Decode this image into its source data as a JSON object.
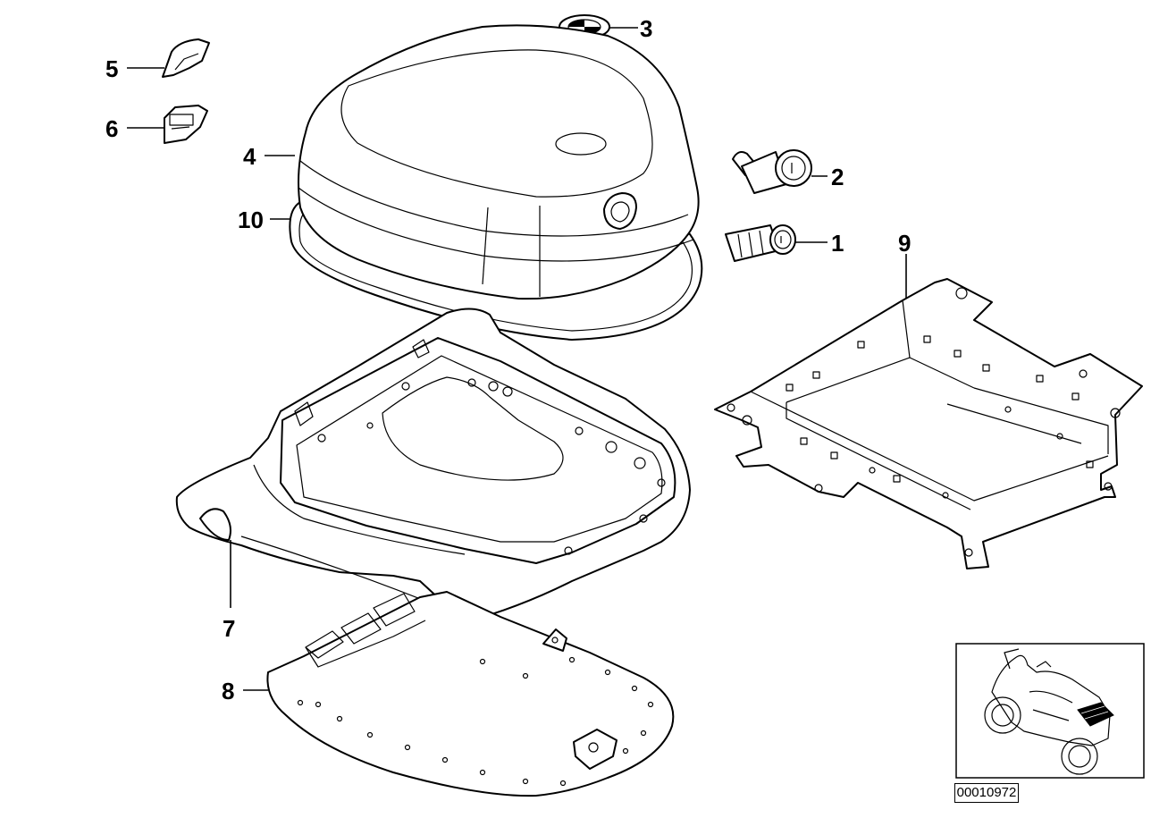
{
  "diagram": {
    "callouts": {
      "c1": "1",
      "c2": "2",
      "c3": "3",
      "c4": "4",
      "c5": "5",
      "c6": "6",
      "c7": "7",
      "c8": "8",
      "c9": "9",
      "c10": "10"
    },
    "reference_code": "00010972"
  }
}
